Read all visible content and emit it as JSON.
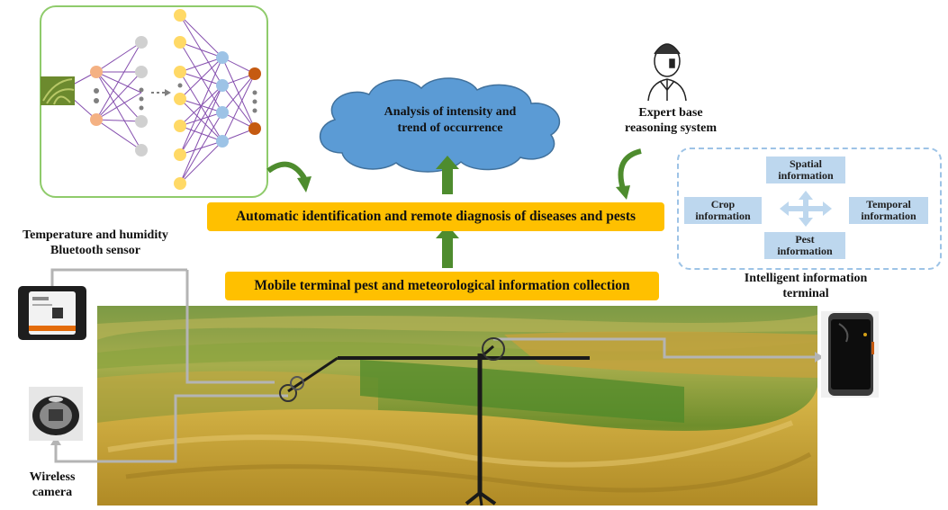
{
  "cloud": {
    "line1": "Analysis of intensity and",
    "line2": "trend of occurrence"
  },
  "expert": {
    "line1": "Expert base",
    "line2": "reasoning system"
  },
  "auto_box": "Automatic identification and remote diagnosis of diseases and pests",
  "mobile_box": "Mobile terminal pest and meteorological information collection",
  "sensor": {
    "line1": "Temperature and humidity",
    "line2": "Bluetooth sensor"
  },
  "camera": {
    "line1": "Wireless",
    "line2": "camera"
  },
  "terminal": {
    "line1": "Intelligent information",
    "line2": "terminal"
  },
  "info": {
    "spatial": {
      "line1": "Spatial",
      "line2": "information"
    },
    "crop": {
      "line1": "Crop",
      "line2": "information"
    },
    "temporal": {
      "line1": "Temporal",
      "line2": "information"
    },
    "pest": {
      "line1": "Pest",
      "line2": "information"
    }
  },
  "colors": {
    "yellow": "#ffc000",
    "green_arrow": "#4e8c2e",
    "cloud": "#5b9bd5",
    "info_box": "#bdd7ee",
    "nn_border": "#8fcb6b",
    "gray_line": "#b4b4b4"
  }
}
